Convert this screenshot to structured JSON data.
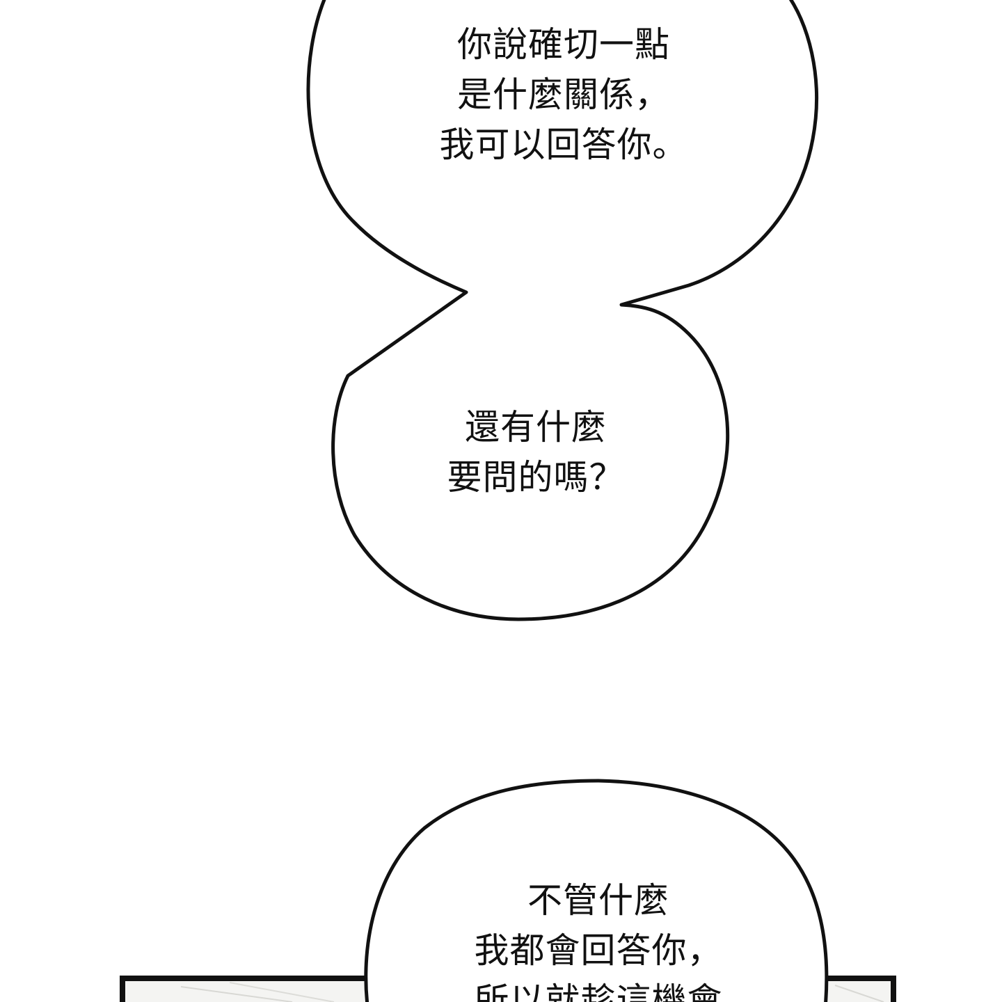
{
  "bubbles": [
    {
      "lines": [
        "你說確切一點",
        "是什麼關係，",
        "我可以回答你。"
      ]
    },
    {
      "lines": [
        "還有什麼",
        "要問的嗎？"
      ]
    },
    {
      "lines": [
        "不管什麼",
        "我都會回答你，",
        "所以就趁這機會"
      ]
    }
  ],
  "colors": {
    "ink": "#111111",
    "paper": "#ffffff",
    "panel_fill": "#f4f4f2"
  }
}
